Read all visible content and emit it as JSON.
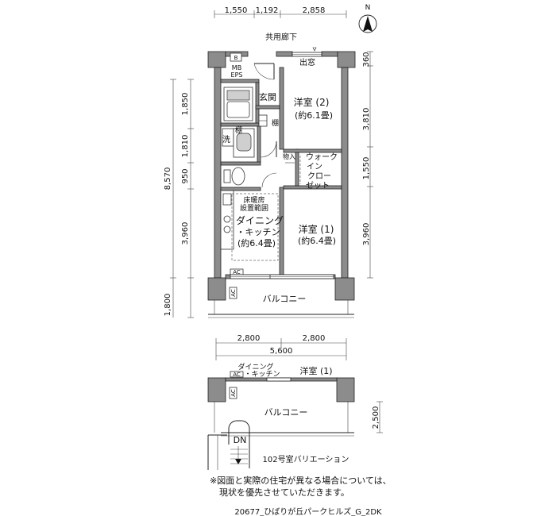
{
  "compass": {
    "label": "N"
  },
  "top_dimensions": [
    "1,550",
    "1,192",
    "2,858"
  ],
  "corridor": "共用廊下",
  "left_dimensions": [
    "1,850",
    "1,810",
    "950",
    "3,960",
    "1,800"
  ],
  "left_total": "8,570",
  "right_dimensions": [
    "360",
    "3,810",
    "1,550",
    "3,960"
  ],
  "bottom_dimensions": [
    "2,800",
    "2,800"
  ],
  "bottom_total": "5,600",
  "rooms": {
    "bedroom2": {
      "name": "洋室 (2)",
      "size": "(約6.1畳)"
    },
    "bedroom1": {
      "name": "洋室 (1)",
      "size": "(約6.4畳)"
    },
    "dining": {
      "line1": "ダイニング",
      "line2": "・キッチン",
      "size": "(約6.4畳)"
    },
    "walkin": {
      "line1": "ウォーク",
      "line2": "イン",
      "line3": "クロー",
      "line4": "ゼット"
    }
  },
  "labels": {
    "entrance": "玄関",
    "shelf1": "棚",
    "shelf2": "棚",
    "wash": "洗",
    "storage": "物入",
    "heating_line1": "床暖房",
    "heating_line2": "設置範囲",
    "mb_eps": "MB EPS",
    "b_box": "B",
    "window_top": "出窓",
    "ac1": "AC",
    "ac2": "AC",
    "ac_v1": "AC",
    "ac_v2": "AC",
    "balcony": "バルコニー"
  },
  "variation": {
    "dining_line1": "ダイニング",
    "dining_line2": "・キッチン",
    "bedroom": "洋室 (1)",
    "balcony": "バルコニー",
    "dn": "DN",
    "dimension": "2,500",
    "caption": "102号室バリエーション"
  },
  "note": {
    "line1": "※図面と実際の住宅が異なる場合については、",
    "line2": "現状を優先させていただきます。"
  },
  "footer": "20677_ひばりが丘パークヒルズ_G_2DK"
}
